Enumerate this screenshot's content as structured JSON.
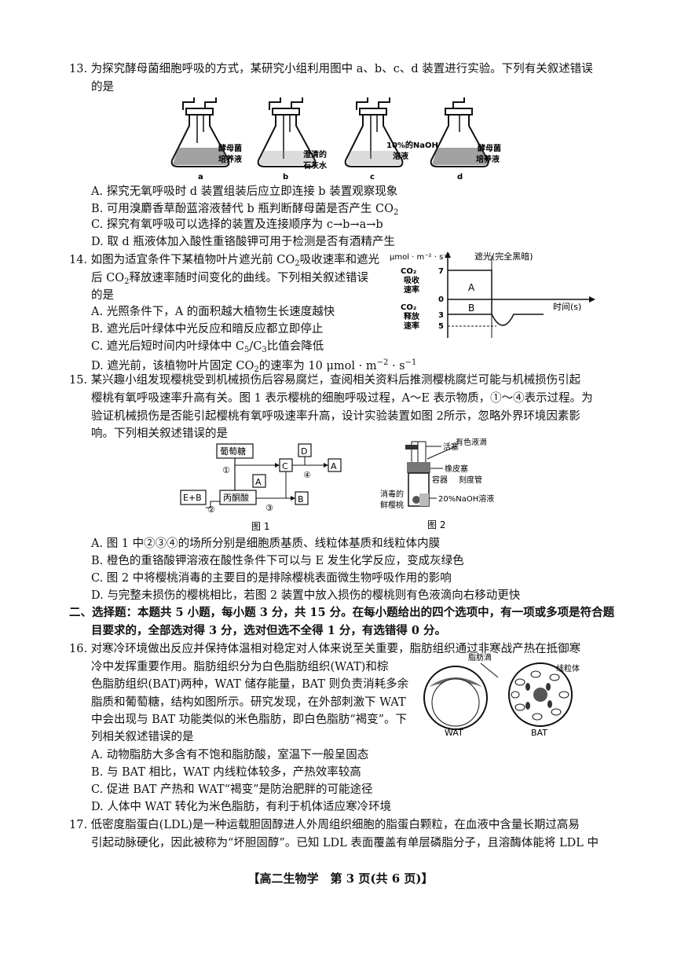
{
  "q13": {
    "line1": "13. 为探究酵母菌细胞呼吸的方式，某研究小组利用图中 a、b、c、d 装置进行实验。下列有关叙述错误",
    "line2": "的是",
    "flask_labels": {
      "a1": "酵母菌",
      "a2": "培养液",
      "a": "a",
      "b1": "澄清的",
      "b2": "石灰水",
      "b": "b",
      "c1": "10%的NaOH",
      "c2": "溶液",
      "c": "c",
      "d1": "酵母菌",
      "d2": "培养液",
      "d": "d"
    },
    "optA": "A. 探究无氧呼吸时 d 装置组装后应立即连接 b 装置观察现象",
    "optB_pre": "B. 可用溴麝香草酚蓝溶液替代 b 瓶判断酵母菌是否产生 CO",
    "optB_sub": "2",
    "optC": "C. 探究有氧呼吸可以选择的装置及连接顺序为 c→b→a→b",
    "optD": "D. 取 d 瓶液体加入酸性重铬酸钾可用于检测是否有酒精产生"
  },
  "q14": {
    "line1_pre": "14. 如图为适宜条件下某植物叶片遮光前 CO",
    "line1_post": "吸收速率和遮光",
    "line2_pre": "后 CO",
    "line2_post": "释放速率随时间变化的曲线。下列相关叙述错误",
    "line3": "的是",
    "optA": "A. 光照条件下，A 的面积越大植物生长速度越快",
    "optB": "B. 遮光后叶绿体中光反应和暗反应都立即停止",
    "optC_pre": "C. 遮光后短时间内叶绿体中 C",
    "optC_s1": "5",
    "optC_mid": "/C",
    "optC_s2": "3",
    "optC_post": "比值会降低",
    "optD_pre": "D. 遮光前，该植物叶片固定 CO",
    "optD_post": "的速率为 10 μmol · m",
    "optD_tail": " · s",
    "chart": {
      "unit": "μmol · m⁻² · s⁻¹",
      "shade_label": "遮光(完全黑暗)",
      "y_up1": "CO₂",
      "y_up2": "吸收",
      "y_up3": "速率",
      "y_dn1": "CO₂",
      "y_dn2": "释放",
      "y_dn3": "速率",
      "tick7": "7",
      "tick0": "0",
      "tick3": "3",
      "tick5": "5",
      "regionA": "A",
      "regionB": "B",
      "xlabel": "时间(s)"
    }
  },
  "q15": {
    "line1": "15. 某兴趣小组发现樱桃受到机械损伤后容易腐烂，查阅相关资料后推测樱桃腐烂可能与机械损伤引起",
    "line2": "樱桃有氧呼吸速率升高有关。图 1 表示樱桃的细胞呼吸过程，A～E 表示物质，①～④表示过程。为",
    "line3": "验证机械损伤是否能引起樱桃有氧呼吸速率升高，设计实验装置如图 2所示，忽略外界环境因素影",
    "line4": "响。下列相关叙述错误的是",
    "fig1": {
      "glucose": "葡萄糖",
      "pyruvate": "丙酮酸",
      "eb": "E+B",
      "A": "A",
      "B": "B",
      "C": "C",
      "D": "D",
      "p1": "①",
      "p2": "②",
      "p3": "③",
      "p4": "④",
      "caption": "图 1"
    },
    "fig2": {
      "piston": "活塞",
      "drop": "有色液滴",
      "stopper": "橡皮塞",
      "container": "容器",
      "tube": "刻度管",
      "cherry1": "消毒的",
      "cherry2": "鲜樱桃",
      "naoh": "20%NaOH溶液",
      "caption": "图 2"
    },
    "optA": "A. 图 1 中②③④的场所分别是细胞质基质、线粒体基质和线粒体内膜",
    "optB": "B. 橙色的重铬酸钾溶液在酸性条件下可以与 E 发生化学反应，变成灰绿色",
    "optC": "C. 图 2 中将樱桃消毒的主要目的是排除樱桃表面微生物呼吸作用的影响",
    "optD": "D. 与完整未损伤的樱桃相比，若图 2 装置中放入损伤的樱桃则有色液滴向右移动更快"
  },
  "section2": {
    "line1": "二、选择题：本题共 5 小题，每小题 3 分，共 15 分。在每小题给出的四个选项中，有一项或多项是符合题",
    "line2": "目要求的，全部选对得 3 分，选对但选不全得 1 分，有选错得 0 分。"
  },
  "q16": {
    "line1": "16. 对寒冷环境做出反应并保持体温相对稳定对人体来说至关重要，脂肪组织通过非寒战产热在抵御寒",
    "line2": "冷中发挥重要作用。脂肪组织分为白色脂肪组织(WAT)和棕",
    "line3": "色脂肪组织(BAT)两种，WAT 储存能量，BAT 则负责消耗多余",
    "line4": "脂质和葡萄糖，结构如图所示。研究发现，在外部刺激下 WAT",
    "line5": "中会出现与 BAT 功能类似的米色脂肪，即白色脂肪“褐变”。下",
    "line6": "列相关叙述错误的是",
    "fig": {
      "droplet": "脂肪滴",
      "mito": "线粒体",
      "wat": "WAT",
      "bat": "BAT"
    },
    "optA": "A. 动物脂肪大多含有不饱和脂肪酸，室温下一般呈固态",
    "optB": "B. 与 BAT 相比，WAT 内线粒体较多，产热效率较高",
    "optC": "C. 促进 BAT 产热和 WAT“褐变”是防治肥胖的可能途径",
    "optD": "D. 人体中 WAT 转化为米色脂肪，有利于机体适应寒冷环境"
  },
  "q17": {
    "line1": "17. 低密度脂蛋白(LDL)是一种运载胆固醇进人外周组织细胞的脂蛋白颗粒，在血液中含量长期过高易",
    "line2": "引起动脉硬化，因此被称为“坏胆固醇”。已知 LDL 表面覆盖有单层磷脂分子，且溶酶体能将 LDL 中"
  },
  "footer": "【高二生物学　第 3 页(共 6 页)】"
}
